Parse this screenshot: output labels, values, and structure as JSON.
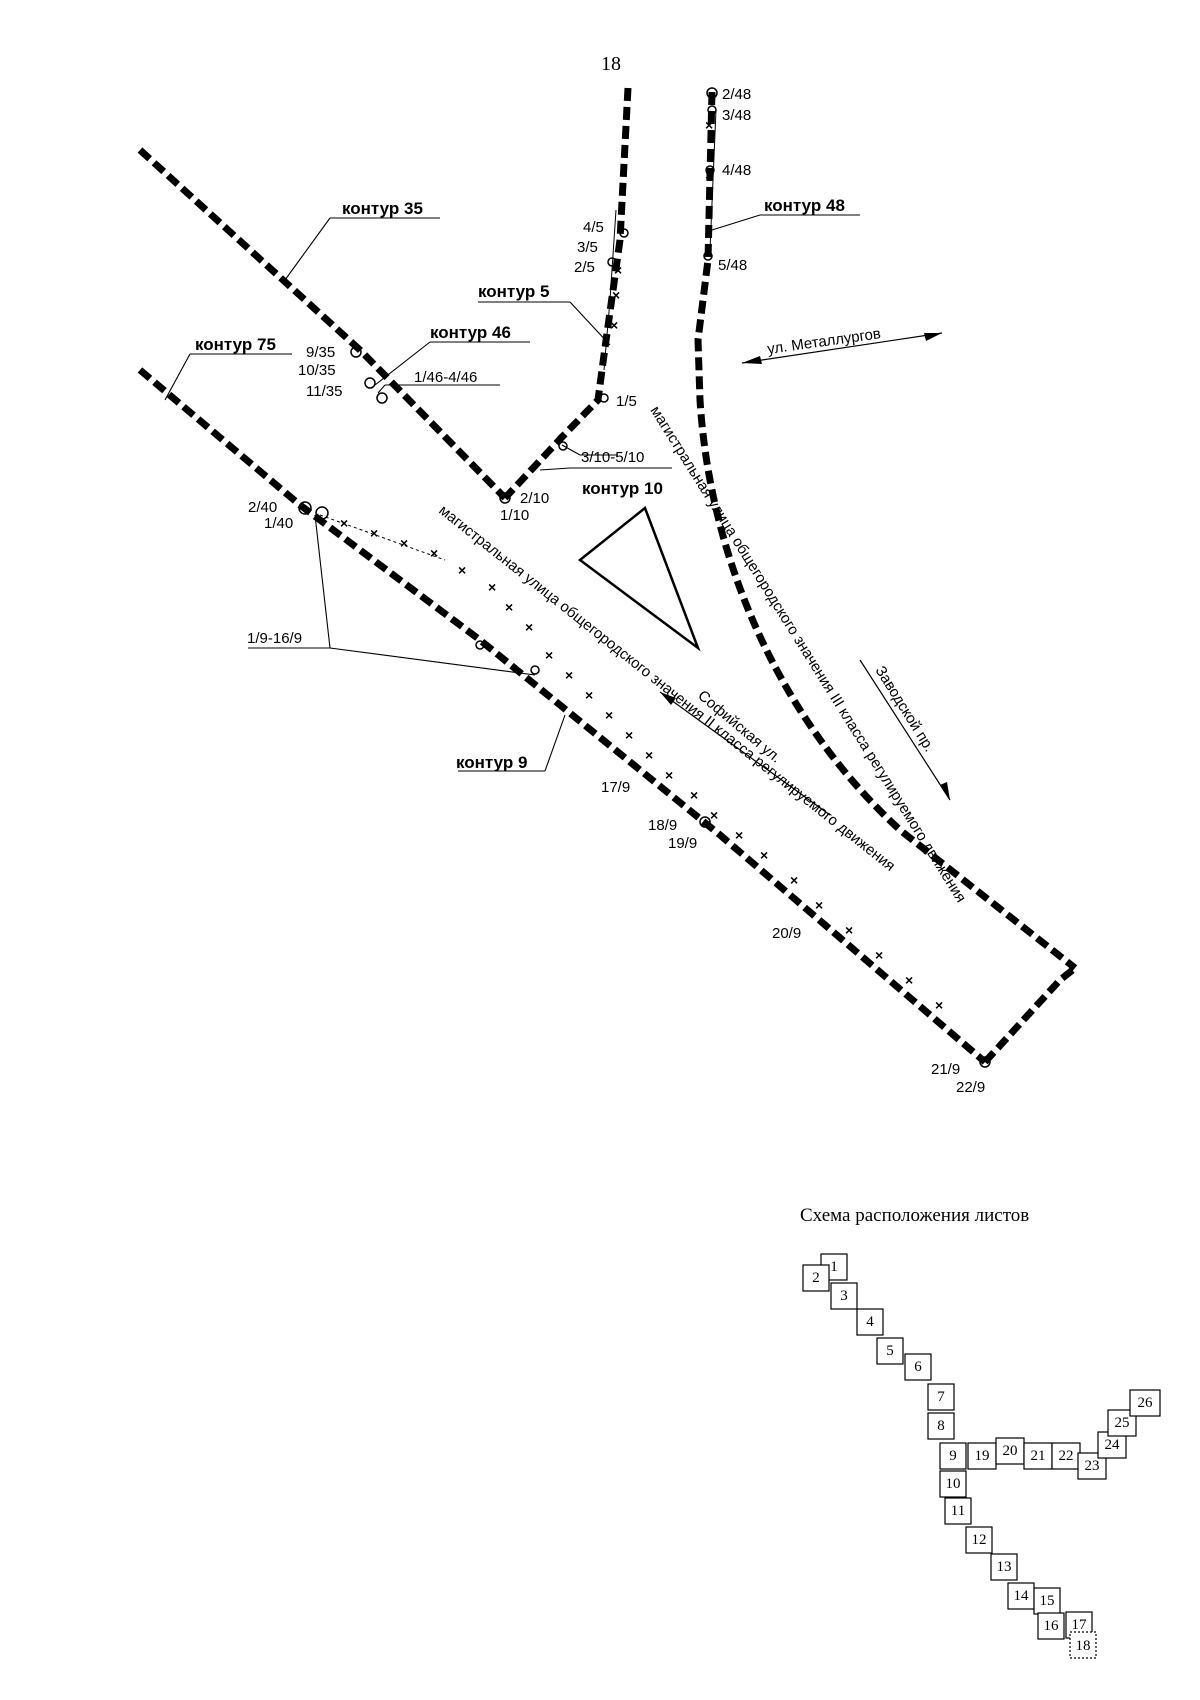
{
  "page_number": "18",
  "contours": {
    "c35": "контур 35",
    "c48": "контур 48",
    "c5": "контур  5",
    "c46": "контур 46",
    "c75": "контур 75",
    "c10": "контур 10",
    "c9": "контур 9"
  },
  "points": {
    "p2_48": "2/48",
    "p3_48": "3/48",
    "p4_48": "4/48",
    "p5_48": "5/48",
    "p4_5": "4/5",
    "p3_5": "3/5",
    "p2_5": "2/5",
    "p1_5": "1/5",
    "p9_35": "9/35",
    "p10_35": "10/35",
    "p11_35": "11/35",
    "p1_46_4_46": "1/46-4/46",
    "p3_10_5_10": "3/10-5/10",
    "p2_10": "2/10",
    "p1_10": "1/10",
    "p2_40": "2/40",
    "p1_40": "1/40",
    "p1_9_16_9": "1/9-16/9",
    "p17_9": "17/9",
    "p18_9": "18/9",
    "p19_9": "19/9",
    "p20_9": "20/9",
    "p21_9": "21/9",
    "p22_9": "22/9"
  },
  "streets": {
    "metallurgov": "ул. Металлургов",
    "main_left": "магистральная улица общегородского значения II класса регулируемого движения",
    "sofiyskaya": "Софийская ул.",
    "main_right": "магистральная улица общегородского значения III класса регулируемого движения",
    "zavodskoy": "Заводской пр."
  },
  "sheet_scheme": {
    "title": "Схема расположения листов",
    "sheets": [
      "1",
      "2",
      "3",
      "4",
      "5",
      "6",
      "7",
      "8",
      "9",
      "10",
      "11",
      "12",
      "13",
      "14",
      "15",
      "16",
      "17",
      "18",
      "19",
      "20",
      "21",
      "22",
      "23",
      "24",
      "25",
      "26"
    ]
  }
}
